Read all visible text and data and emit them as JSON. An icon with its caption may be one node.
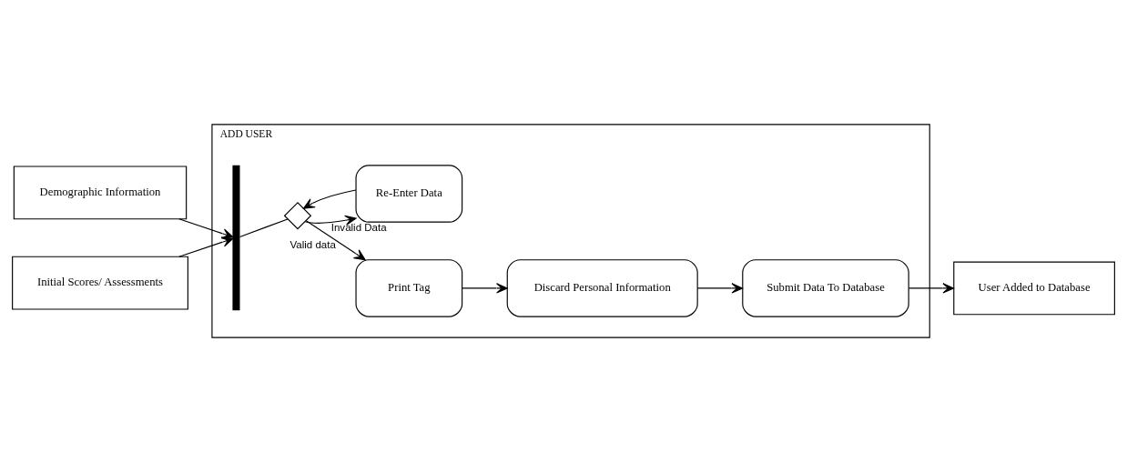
{
  "diagram": {
    "nodes": [
      {
        "text": [
          "ADD USER"
        ]
      },
      {
        "text": [
          "Demographic Information"
        ]
      },
      {
        "text": [
          "Initial Scores/ Assessments"
        ]
      },
      {
        "text": [],
        "shape": "bar",
        "in": 0
      },
      {
        "text": [],
        "shape": "diamond",
        "in": 0
      },
      {
        "text": [
          "Print Tag"
        ],
        "in": 0
      },
      {
        "text": [
          "Discard Personal Information"
        ],
        "in": 0
      },
      {
        "text": [
          "Submit Data To Database"
        ],
        "in": 0
      },
      {
        "text": [
          "Re-Enter Data"
        ],
        "in": 0
      },
      {
        "text": [
          "User Added to Database"
        ]
      }
    ],
    "edges": [
      {
        "from": 1,
        "to": 3,
        "arrow": "to"
      },
      {
        "from": 2,
        "to": 3,
        "arrow": "to"
      },
      {
        "from": 3,
        "to": 4,
        "arrow": "none"
      },
      {
        "from": 4,
        "to": 5,
        "arrow": "to",
        "label": "Valid data"
      },
      {
        "from": 4,
        "to": 8,
        "arrow": "to",
        "label": "Invalid Data"
      },
      {
        "from": 8,
        "to": 4,
        "arrow": "to"
      },
      {
        "from": 5,
        "to": 6,
        "arrow": "to"
      },
      {
        "from": 6,
        "to": 7,
        "arrow": "to"
      },
      {
        "from": 7,
        "to": 9,
        "arrow": "to"
      }
    ]
  }
}
